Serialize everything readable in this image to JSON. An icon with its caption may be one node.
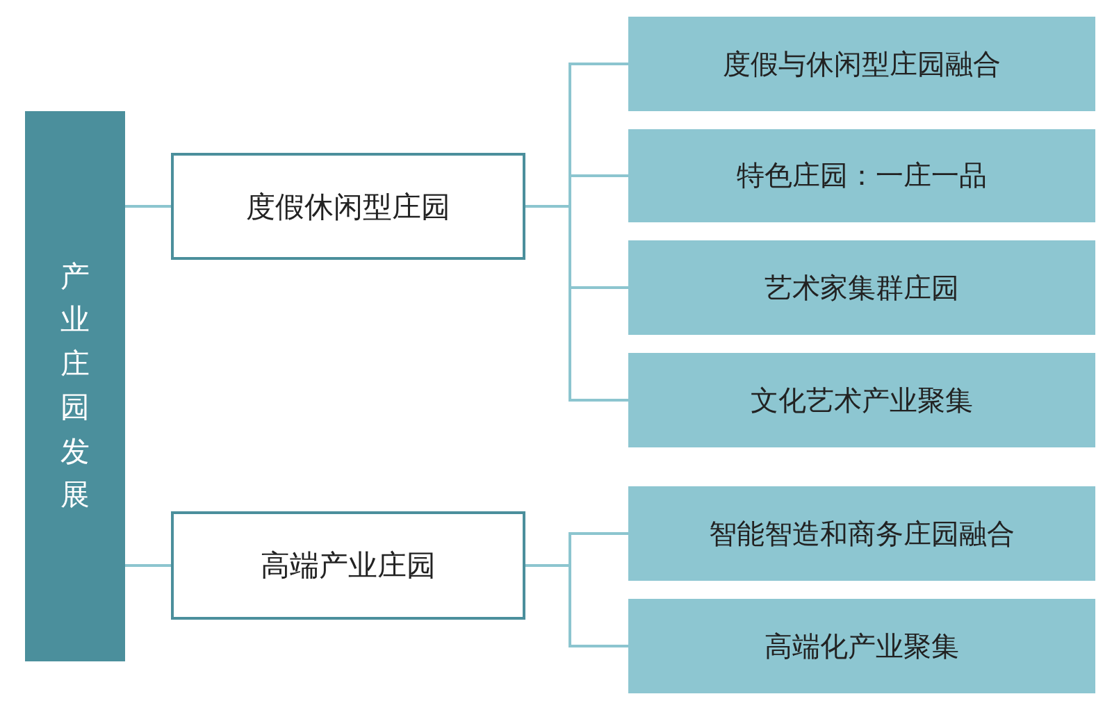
{
  "diagram": {
    "nodes": [
      {
        "text": [
          "产业庄园发展"
        ]
      },
      {
        "text": [
          "度假休闲型庄园"
        ]
      },
      {
        "text": [
          "度假与休闲型庄园融合"
        ]
      },
      {
        "text": [
          "特色庄园：一庄一品"
        ]
      },
      {
        "text": [
          "艺术家集群庄园"
        ]
      },
      {
        "text": [
          "文化艺术产业聚集"
        ]
      },
      {
        "text": [
          "高端产业庄园"
        ]
      },
      {
        "text": [
          "智能智造和商务庄园融合"
        ]
      },
      {
        "text": [
          "高端化产业聚集"
        ]
      }
    ],
    "edges": [
      {
        "from": 0,
        "to": 1,
        "arrow": "none"
      },
      {
        "from": 0,
        "to": 6,
        "arrow": "none"
      },
      {
        "from": 1,
        "to": 2,
        "arrow": "none"
      },
      {
        "from": 1,
        "to": 3,
        "arrow": "none"
      },
      {
        "from": 1,
        "to": 4,
        "arrow": "none"
      },
      {
        "from": 1,
        "to": 5,
        "arrow": "none"
      },
      {
        "from": 6,
        "to": 7,
        "arrow": "none"
      },
      {
        "from": 6,
        "to": 8,
        "arrow": "none"
      }
    ]
  }
}
